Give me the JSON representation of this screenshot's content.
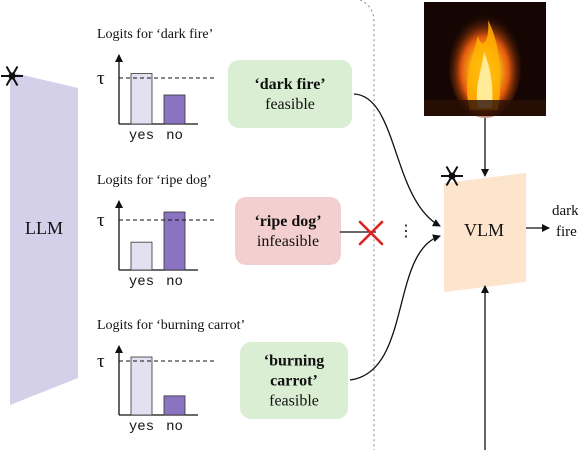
{
  "llm": {
    "label": "LLM"
  },
  "vlm": {
    "label": "VLM",
    "output": [
      "dark",
      "fire"
    ]
  },
  "threshold_symbol": "τ",
  "axis_labels": {
    "yes": "yes",
    "no": "no"
  },
  "panels": [
    {
      "title": "Logits for ‘dark fire’",
      "yes_level": 0.87,
      "no_level": 0.5,
      "result_bold": [
        "‘dark fire’"
      ],
      "result_plain": "feasible",
      "status": "feasible"
    },
    {
      "title": "Logits for ‘ripe dog’",
      "yes_level": 0.48,
      "no_level": 1.0,
      "result_bold": [
        "‘ripe dog’"
      ],
      "result_plain": "infeasible",
      "status": "infeasible"
    },
    {
      "title": "Logits for ‘burning carrot’",
      "yes_level": 1.0,
      "no_level": 0.33,
      "result_bold": [
        "‘burning",
        "carrot’"
      ],
      "result_plain": "feasible",
      "status": "feasible"
    }
  ],
  "ellipsis": "⋮",
  "colors": {
    "llm": "#d5d0ea",
    "vlm": "#fde4cc",
    "yes_bar": "#e4dff1",
    "no_bar": "#8a73c0",
    "feasible_bg": "#d9eed3",
    "infeasible_bg": "#f3d0cf",
    "reject": "#e02020"
  },
  "icons": {
    "freeze": "snowflake-icon",
    "reject": "cross-icon",
    "image": "fire-image"
  }
}
